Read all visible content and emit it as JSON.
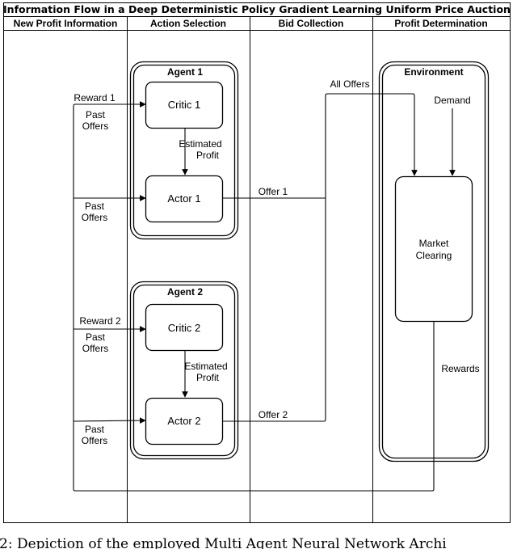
{
  "title": "Information Flow in a Deep Deterministic Policy Gradient Learning Uniform Price Auction",
  "lanes": [
    "New Profit Information",
    "Action Selection",
    "Bid Collection",
    "Profit Determination"
  ],
  "agents": [
    {
      "name": "Agent 1",
      "critic": "Critic 1",
      "actor": "Actor 1",
      "reward_label": "Reward 1",
      "critic_past_offers": "Past Offers",
      "actor_past_offers": "Past Offers",
      "estimated_profit": "Estimated Profit",
      "offer_label": "Offer 1"
    },
    {
      "name": "Agent 2",
      "critic": "Critic 2",
      "actor": "Actor 2",
      "reward_label": "Reward 2",
      "critic_past_offers": "Past Offers",
      "actor_past_offers": "Past Offers",
      "estimated_profit": "Estimated Profit",
      "offer_label": "Offer 2"
    }
  ],
  "environment": {
    "name": "Environment",
    "demand": "Demand",
    "market_clearing": "Market Clearing",
    "rewards": "Rewards"
  },
  "all_offers": "All Offers",
  "caption": "2: Depiction of the employed Multi Agent Neural Network Archi"
}
